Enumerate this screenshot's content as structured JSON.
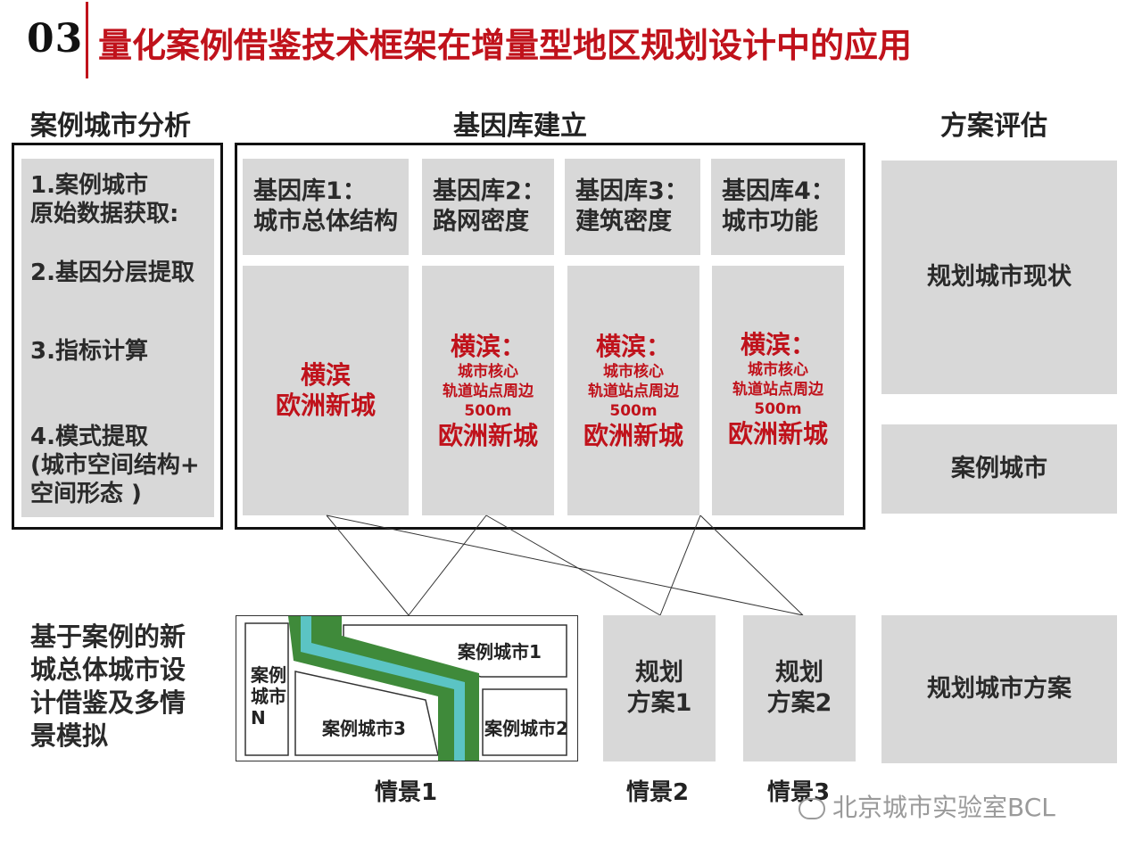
{
  "header": {
    "section_number": "03",
    "title": "量化案例借鉴技术框架在增量型地区规划设计中的应用"
  },
  "columns": {
    "analysis": "案例城市分析",
    "gene_library": "基因库建立",
    "evaluation": "方案评估"
  },
  "analysis_steps": [
    "1.案例城市\n原始数据获取:",
    "2.基因分层提取",
    "3.指标计算",
    "4.模式提取\n(城市空间结构+\n空间形态 )"
  ],
  "gene_libraries": [
    {
      "label": "基因库1：\n城市总体结构",
      "case_title": "横滨\n欧洲新城",
      "case_sub": "",
      "case_name": ""
    },
    {
      "label": "基因库2：\n路网密度",
      "case_title": "横滨：",
      "case_sub": "城市核心\n轨道站点周边\n500m",
      "case_name": "欧洲新城"
    },
    {
      "label": "基因库3：\n建筑密度",
      "case_title": "横滨：",
      "case_sub": "城市核心\n轨道站点周边\n500m",
      "case_name": "欧洲新城"
    },
    {
      "label": "基因库4：\n城市功能",
      "case_title": "横滨：",
      "case_sub": "城市核心\n轨道站点周边\n500m",
      "case_name": "欧洲新城"
    }
  ],
  "evaluation_boxes": {
    "current": "规划城市现状",
    "case_city": "案例城市",
    "plan": "规划城市方案"
  },
  "simulation": {
    "label": "基于案例的新\n城总体城市设\n计借鉴及多情\n景模拟",
    "map": {
      "case_n": "案例\n城市\nN",
      "case_1": "案例城市1",
      "case_2": "案例城市2",
      "case_3": "案例城市3"
    },
    "plan_1": "规划\n方案1",
    "plan_2": "规划\n方案2",
    "scenarios": [
      "情景1",
      "情景2",
      "情景3"
    ]
  },
  "watermark": "北京城市实验室BCL",
  "colors": {
    "accent_red": "#c0121b",
    "box_gray": "#d8d8d8",
    "river_green": "#3f8a3a",
    "river_teal": "#5bc4c4"
  }
}
